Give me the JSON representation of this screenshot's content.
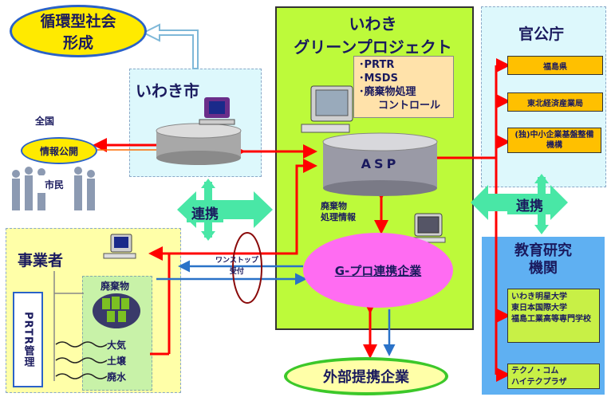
{
  "junkan": {
    "line1": "循環型社会",
    "line2": "形成"
  },
  "iwaki_city": {
    "title": "いわき市"
  },
  "public_info": {
    "top": "全国",
    "badge": "情報公開",
    "citizen": "市民"
  },
  "project": {
    "line1": "いわき",
    "line2": "グリーンプロジェクト"
  },
  "project_items": {
    "a": "･PRTR",
    "b": "･MSDS",
    "c": "･廃棄物処理",
    "d": "コントロール"
  },
  "asp": {
    "label": "ASP"
  },
  "waste_info": {
    "line1": "廃棄物",
    "line2": "処理情報"
  },
  "gpro": {
    "label": "G-プロ連携企業"
  },
  "external": {
    "label": "外部提携企業"
  },
  "one_stop": {
    "line1": "ワンストップ",
    "line2": "受付"
  },
  "renkei": {
    "left": "連携",
    "right": "連携"
  },
  "business": {
    "title": "事業者",
    "waste": "廃棄物",
    "prtr": "PRTR管理",
    "air": "大気",
    "soil": "土壌",
    "water": "廃水"
  },
  "govt": {
    "title": "官公庁",
    "items": [
      "福島県",
      "東北経済産業局",
      "(独)中小企業基盤整備機構"
    ]
  },
  "edu": {
    "line1": "教育研究",
    "line2": "機関",
    "box1": [
      "いわき明星大学",
      "東日本国際大学",
      "福島工業高等専門学校"
    ],
    "box2": [
      "テクノ・コム",
      "ハイテクプラザ"
    ]
  },
  "colors": {
    "green_box": "#bdfa3a",
    "light_cyan": "#ddf8fc",
    "light_yellow": "#ffffa8",
    "magenta": "#ff6cf2",
    "orange_box": "#ffe2aa",
    "yellow_box": "#ffc000",
    "edu_blue": "#5fb0f2",
    "red_arrow": "#ff0000",
    "blue_arrow": "#2a72c8",
    "renkei_green": "#49e7a6"
  }
}
